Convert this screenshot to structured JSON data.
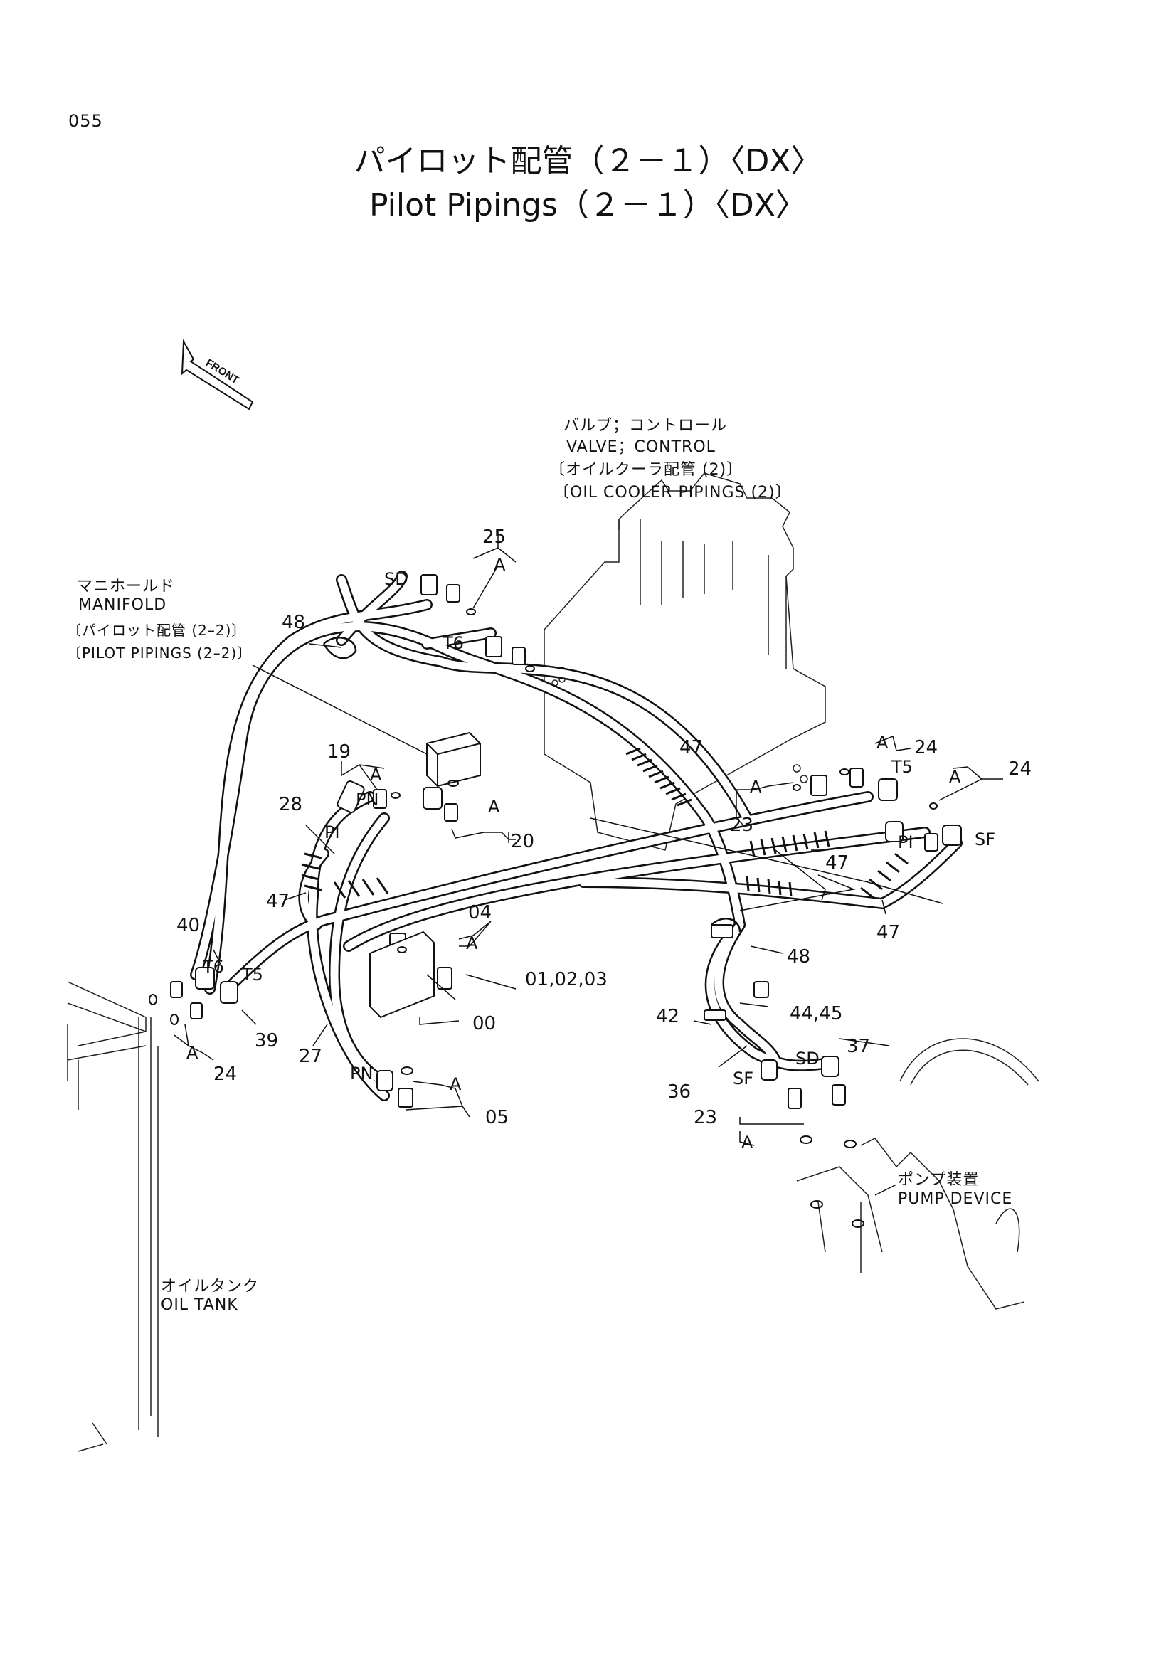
{
  "page_number": "055",
  "title_jp": "パイロット配管（２－１）〈DX〉",
  "title_en": "Pilot Pipings（２－１）〈DX〉",
  "direction": "FRONT",
  "labels": {
    "valve_jp": "バルブ；コントロール",
    "valve_en": "VALVE；CONTROL",
    "valve_ref_jp": "〔オイルクーラ配管 (2)〕",
    "valve_ref_en": "〔OIL COOLER PIPINGS (2)〕",
    "manifold_jp": "マニホールド",
    "manifold_en": "MANIFOLD",
    "manifold_ref_jp": "〔パイロット配管 (2–2)〕",
    "manifold_ref_en": "〔PILOT PIPINGS (2–2)〕",
    "pump_jp": "ポンプ装置",
    "pump_en": "PUMP DEVICE",
    "tank_jp": "オイルタンク",
    "tank_en": "OIL TANK"
  },
  "callouts": {
    "c25": "25",
    "c48a": "48",
    "c19": "19",
    "c28": "28",
    "c47a": "47",
    "c47b": "47",
    "c47c": "47",
    "c47d": "47",
    "c20": "20",
    "c24a": "24",
    "c24b": "24",
    "c24c": "24",
    "c23a": "23",
    "c23b": "23",
    "c04": "04",
    "c010203": "01,02,03",
    "c00": "00",
    "c05": "05",
    "c40": "40",
    "c39": "39",
    "c27": "27",
    "c48b": "48",
    "c4445": "44,45",
    "c42": "42",
    "c37": "37",
    "c36": "36"
  },
  "tags": {
    "sd1": "SD",
    "t6a": "T6",
    "pi1": "PI",
    "pn1": "PN",
    "t5a": "T5",
    "pi2": "PI",
    "sf1": "SF",
    "t6b": "T6",
    "t5b": "T5",
    "pn2": "PN",
    "sf2": "SF",
    "sd2": "SD"
  },
  "a_marks": {
    "a1": "A",
    "a2": "A",
    "a3": "A",
    "a4": "A",
    "a5": "A",
    "a6": "A",
    "a7": "A",
    "a8": "A",
    "a9": "A",
    "a10": "A"
  }
}
